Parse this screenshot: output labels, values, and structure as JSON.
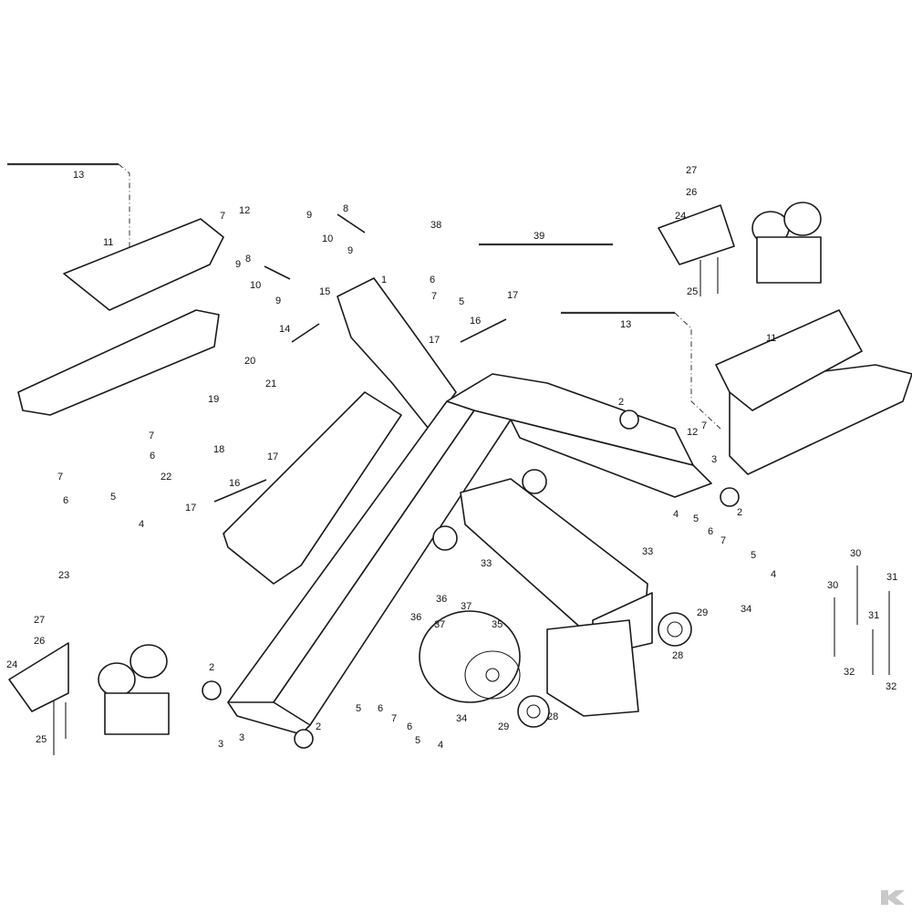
{
  "callouts": [
    "1",
    "2",
    "2",
    "2",
    "2",
    "3",
    "3",
    "3",
    "4",
    "4",
    "4",
    "4",
    "5",
    "5",
    "5",
    "5",
    "5",
    "5",
    "6",
    "6",
    "6",
    "6",
    "6",
    "6",
    "7",
    "7",
    "7",
    "7",
    "7",
    "7",
    "7",
    "8",
    "8",
    "9",
    "9",
    "9",
    "9",
    "10",
    "10",
    "11",
    "11",
    "12",
    "12",
    "13",
    "13",
    "14",
    "15",
    "16",
    "16",
    "17",
    "17",
    "17",
    "17",
    "18",
    "19",
    "20",
    "21",
    "22",
    "23",
    "24",
    "24",
    "25",
    "25",
    "26",
    "26",
    "27",
    "27",
    "28",
    "28",
    "29",
    "29",
    "30",
    "30",
    "31",
    "31",
    "32",
    "32",
    "33",
    "33",
    "34",
    "34",
    "35",
    "36",
    "36",
    "37",
    "37",
    "38",
    "39"
  ],
  "colors": {
    "line": "#1a1a1a",
    "paper": "#ffffff",
    "logo": "#c9c9c9"
  },
  "logo_icon": "k-logo-icon"
}
